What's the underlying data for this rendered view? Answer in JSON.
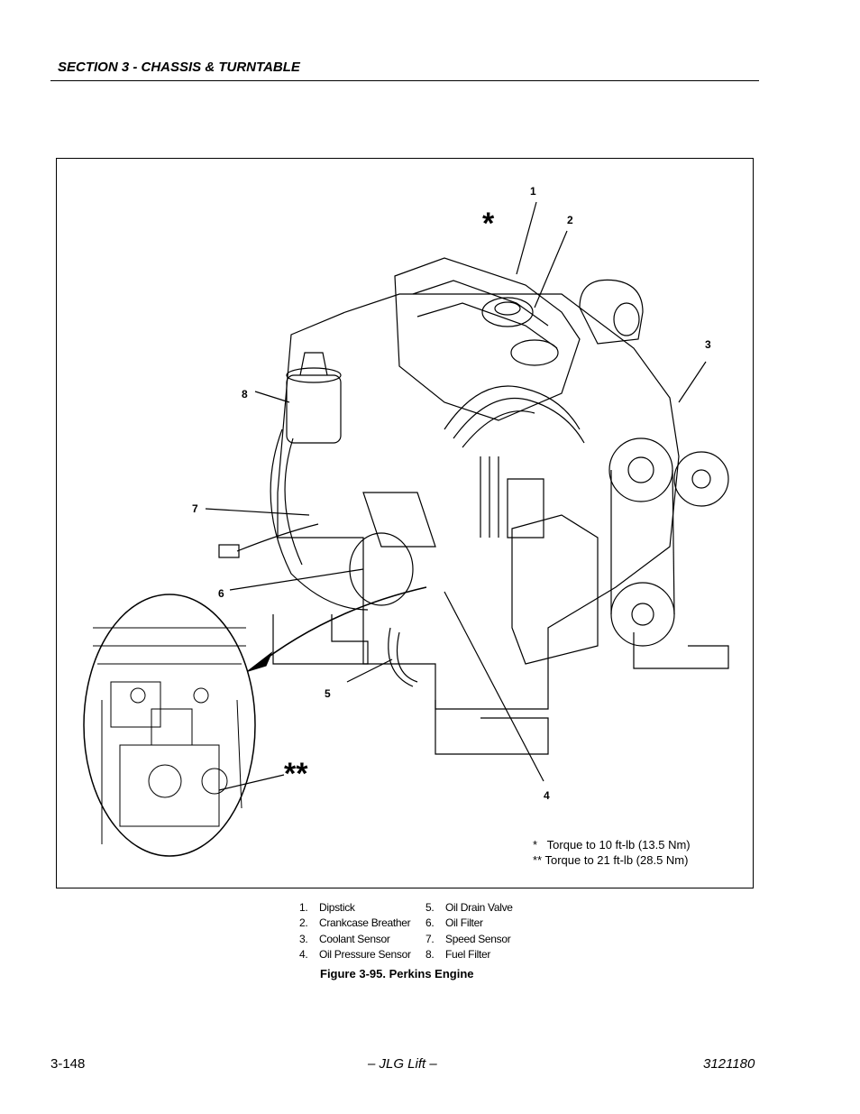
{
  "header": {
    "section_title": "SECTION 3 - CHASSIS & TURNTABLE"
  },
  "figure": {
    "callouts": [
      "1",
      "2",
      "3",
      "4",
      "5",
      "6",
      "7",
      "8"
    ],
    "star_single": "*",
    "star_double": "**",
    "notes": [
      "*   Torque to 10 ft-lb (13.5 Nm)",
      "** Torque to 21 ft-lb (28.5 Nm)"
    ]
  },
  "legend": [
    {
      "num": "1.",
      "label": "Dipstick"
    },
    {
      "num": "2.",
      "label": "Crankcase Breather"
    },
    {
      "num": "3.",
      "label": "Coolant Sensor"
    },
    {
      "num": "4.",
      "label": "Oil Pressure Sensor"
    },
    {
      "num": "5.",
      "label": "Oil Drain Valve"
    },
    {
      "num": "6.",
      "label": "Oil Filter"
    },
    {
      "num": "7.",
      "label": "Speed Sensor"
    },
    {
      "num": "8.",
      "label": "Fuel Filter"
    }
  ],
  "caption": "Figure 3-95.  Perkins Engine",
  "footer": {
    "page_number": "3-148",
    "brand": "– JLG Lift –",
    "doc_number": "3121180"
  }
}
